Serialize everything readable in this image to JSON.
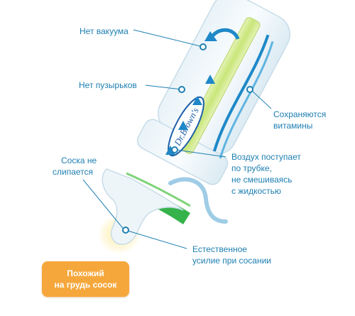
{
  "callouts": {
    "no_vacuum": "Нет вакуума",
    "no_bubbles": "Нет пузырьков",
    "vitamins_line1": "Сохраняются",
    "vitamins_line2": "витамины",
    "air_line1": "Воздух поступает",
    "air_line2": "по трубке,",
    "air_line3": "не смешиваясь",
    "air_line4": "с жидкостью",
    "nipple_line1": "Соска не",
    "nipple_line2": "слипается",
    "effort_line1": "Естественное",
    "effort_line2": "усилие при сосании"
  },
  "badge": {
    "line1": "Похожий",
    "line2": "на грудь сосок"
  },
  "bottle": {
    "brand": "Dr.Brown's"
  },
  "colors": {
    "callout_text": "#1e7fb2",
    "badge_bg": "#f6a73b",
    "collar": "#35b34a",
    "arrow_blue": "#1e88c8",
    "liquid": "#d8ee9a"
  }
}
